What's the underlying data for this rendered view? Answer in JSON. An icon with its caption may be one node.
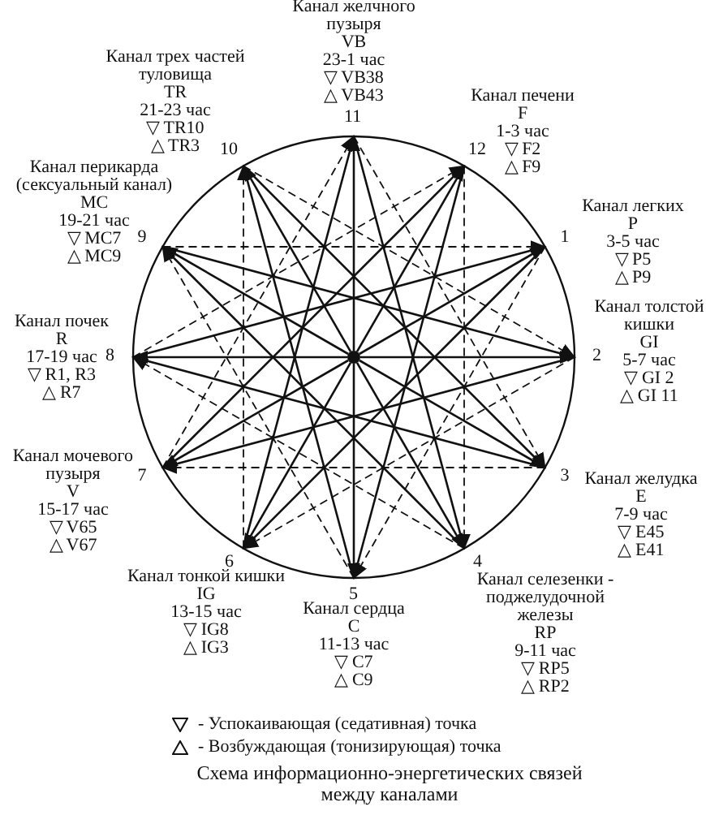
{
  "diagram": {
    "caption": "Схема информационно-энергетических связей между каналами",
    "nodes": [
      {
        "text": [
          "1"
        ],
        "beside": [
          "Канал легких",
          "P",
          "3-5 час",
          "▽ P5",
          "△ P9"
        ]
      },
      {
        "text": [
          "2"
        ],
        "beside": [
          "Канал толстой кишки",
          "GI",
          "5-7 час",
          "▽ GI 2",
          "△ GI 11"
        ]
      },
      {
        "text": [
          "3"
        ],
        "beside": [
          "Канал желудка",
          "E",
          "7-9 час",
          "▽ E45",
          "△ E41"
        ]
      },
      {
        "text": [
          "4"
        ],
        "beside": [
          "Канал селезенки - поджелудочной железы",
          "RP",
          "9-11 час",
          "▽ RP5",
          "△ RP2"
        ]
      },
      {
        "text": [
          "5"
        ],
        "beside": [
          "Канал сердца",
          "C",
          "11-13 час",
          "▽ C7",
          "△ C9"
        ]
      },
      {
        "text": [
          "6"
        ],
        "beside": [
          "Канал тонкой кишки",
          "IG",
          "13-15 час",
          "▽ IG8",
          "△ IG3"
        ]
      },
      {
        "text": [
          "7"
        ],
        "beside": [
          "Канал мочевого пузыря",
          "V",
          "15-17 час",
          "▽ V65",
          "△ V67"
        ]
      },
      {
        "text": [
          "8"
        ],
        "beside": [
          "Канал почек",
          "R",
          "17-19 час",
          "▽ R1, R3",
          "△ R7"
        ]
      },
      {
        "text": [
          "9"
        ],
        "beside": [
          "Канал перикарда (сексуальный канал)",
          "MC",
          "19-21 час",
          "▽ MC7",
          "△ MC9"
        ]
      },
      {
        "text": [
          "10"
        ],
        "beside": [
          "Канал трех частей туловища",
          "TR",
          "21-23 час",
          "▽ TR10",
          "△ TR3"
        ]
      },
      {
        "text": [
          "11"
        ],
        "beside": [
          "Канал желчного пузыря",
          "VB",
          "23-1 час",
          "▽ VB38",
          "△ VB43"
        ]
      },
      {
        "text": [
          "12"
        ],
        "beside": [
          "Канал печени",
          "F",
          "1-3 час",
          "▽ F2",
          "△ F9"
        ]
      },
      {
        "text": [],
        "shape": "circle"
      }
    ],
    "edges": [
      {
        "from": 12,
        "to": 0,
        "arrow": "to"
      },
      {
        "from": 12,
        "to": 1,
        "arrow": "to"
      },
      {
        "from": 12,
        "to": 2,
        "arrow": "to"
      },
      {
        "from": 12,
        "to": 3,
        "arrow": "to"
      },
      {
        "from": 12,
        "to": 4,
        "arrow": "to"
      },
      {
        "from": 12,
        "to": 5,
        "arrow": "to"
      },
      {
        "from": 12,
        "to": 6,
        "arrow": "to"
      },
      {
        "from": 12,
        "to": 7,
        "arrow": "to"
      },
      {
        "from": 12,
        "to": 8,
        "arrow": "to"
      },
      {
        "from": 12,
        "to": 9,
        "arrow": "to"
      },
      {
        "from": 12,
        "to": 10,
        "arrow": "to"
      },
      {
        "from": 12,
        "to": 11,
        "arrow": "to"
      },
      {
        "from": 0,
        "to": 5,
        "arrow": "none"
      },
      {
        "from": 1,
        "to": 6,
        "arrow": "none"
      },
      {
        "from": 2,
        "to": 7,
        "arrow": "none"
      },
      {
        "from": 3,
        "to": 8,
        "arrow": "none"
      },
      {
        "from": 4,
        "to": 9,
        "arrow": "none"
      },
      {
        "from": 5,
        "to": 10,
        "arrow": "none"
      },
      {
        "from": 6,
        "to": 11,
        "arrow": "none"
      },
      {
        "from": 7,
        "to": 0,
        "arrow": "none"
      },
      {
        "from": 8,
        "to": 1,
        "arrow": "none"
      },
      {
        "from": 9,
        "to": 2,
        "arrow": "none"
      },
      {
        "from": 10,
        "to": 3,
        "arrow": "none"
      },
      {
        "from": 11,
        "to": 4,
        "arrow": "none"
      },
      {
        "from": 8,
        "to": 0,
        "arrow": "to",
        "style": "dashed"
      },
      {
        "from": 0,
        "to": 4,
        "arrow": "to",
        "style": "dashed"
      },
      {
        "from": 4,
        "to": 8,
        "arrow": "to",
        "style": "dashed"
      },
      {
        "from": 9,
        "to": 1,
        "arrow": "to",
        "style": "dashed"
      },
      {
        "from": 1,
        "to": 5,
        "arrow": "to",
        "style": "dashed"
      },
      {
        "from": 5,
        "to": 9,
        "arrow": "to",
        "style": "dashed"
      },
      {
        "from": 6,
        "to": 10,
        "arrow": "to",
        "style": "dashed"
      },
      {
        "from": 10,
        "to": 2,
        "arrow": "to",
        "style": "dashed"
      },
      {
        "from": 2,
        "to": 6,
        "arrow": "to",
        "style": "dashed"
      },
      {
        "from": 7,
        "to": 11,
        "arrow": "to",
        "style": "dashed"
      },
      {
        "from": 11,
        "to": 3,
        "arrow": "to",
        "style": "dashed"
      },
      {
        "from": 3,
        "to": 7,
        "arrow": "to",
        "style": "dashed"
      }
    ],
    "legend": [
      {
        "text": "- Успокаивающая (седативная) точка"
      },
      {
        "text": "- Возбуждающая (тонизирующая) точка"
      }
    ]
  }
}
